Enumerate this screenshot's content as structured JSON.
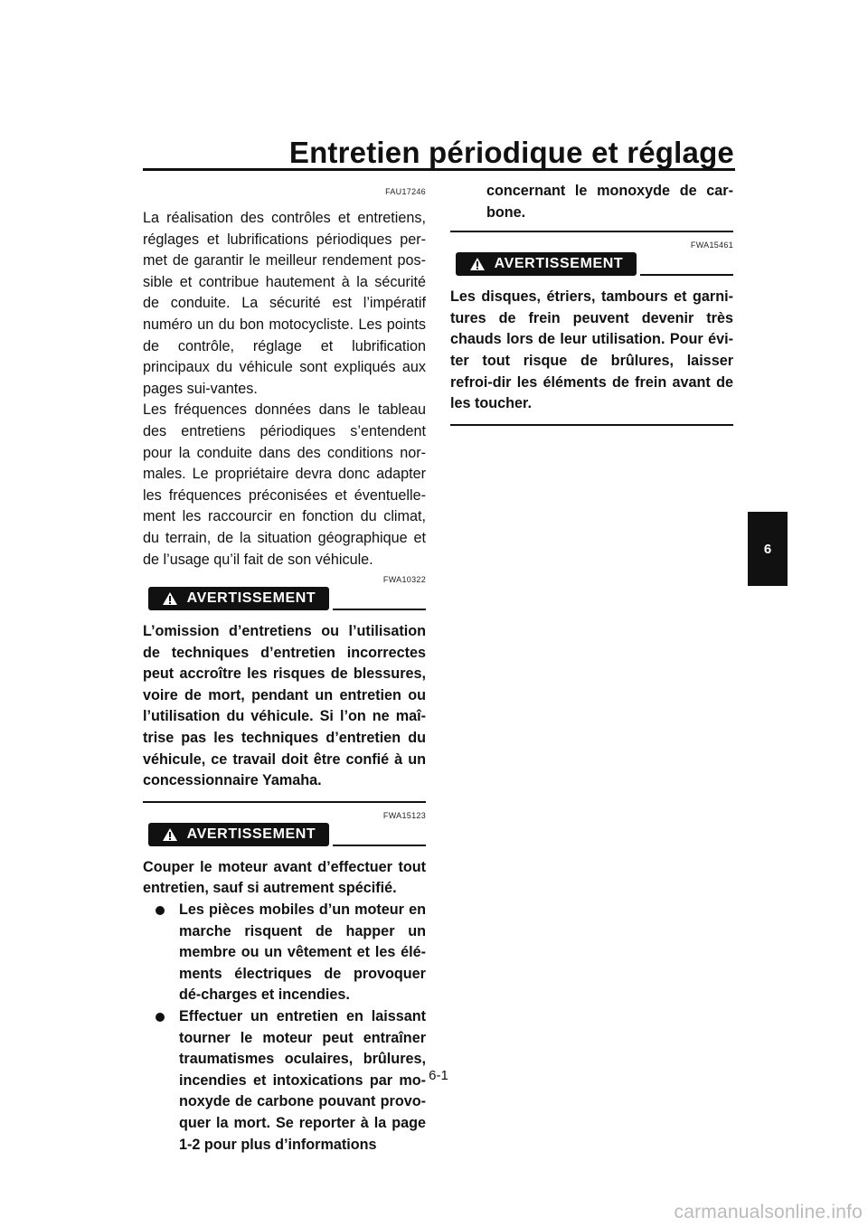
{
  "header": {
    "title": "Entretien périodique et réglage",
    "chapter_tab": "6"
  },
  "left_column": {
    "intro_code": "FAU17246",
    "intro_para1": "La réalisation des contrôles et entretiens, réglages et lubrifications périodiques per-met de garantir le meilleur rendement pos-sible et contribue hautement à la sécurité de conduite. La sécurité est l’impératif numéro un du bon motocycliste. Les points de contrôle, réglage et lubrification principaux du véhicule sont expliqués aux pages sui-vantes.",
    "intro_para2": "Les fréquences données dans le tableau des entretiens périodiques s’entendent pour la conduite dans des conditions nor-males. Le propriétaire devra donc adapter les fréquences préconisées et éventuelle-ment les raccourcir en fonction du climat, du terrain, de la situation géographique et de l’usage qu’il fait de son véhicule.",
    "warning1": {
      "code": "FWA10322",
      "label": "AVERTISSEMENT",
      "text": "L’omission d’entretiens ou l’utilisation de techniques d’entretien incorrectes peut accroître les risques de blessures, voire de mort, pendant un entretien ou l’utilisation du véhicule. Si l’on ne maî-trise pas les techniques d’entretien du véhicule, ce travail doit être confié à un concessionnaire Yamaha."
    },
    "warning2": {
      "code": "FWA15123",
      "label": "AVERTISSEMENT",
      "text": "Couper le moteur avant d’effectuer tout entretien, sauf si autrement spécifié.",
      "bullets": [
        "Les pièces mobiles d’un moteur en marche risquent de happer un membre ou un vêtement et les élé-ments électriques de provoquer dé-charges et incendies.",
        "Effectuer un entretien en laissant tourner le moteur peut entraîner traumatismes oculaires, brûlures, incendies et intoxications par mo-noxyde de carbone pouvant provo-quer la mort. Se reporter à la page 1-2 pour plus d’informations"
      ]
    }
  },
  "right_column": {
    "continuation": "concernant le monoxyde de car-bone.",
    "warning3": {
      "code": "FWA15461",
      "label": "AVERTISSEMENT",
      "text": "Les disques, étriers, tambours et garni-tures de frein peuvent devenir très chauds lors de leur utilisation. Pour évi-ter tout risque de brûlures, laisser refroi-dir les éléments de frein avant de les toucher."
    }
  },
  "footer": {
    "page_number": "6-1",
    "watermark": "carmanualsonline.info"
  }
}
